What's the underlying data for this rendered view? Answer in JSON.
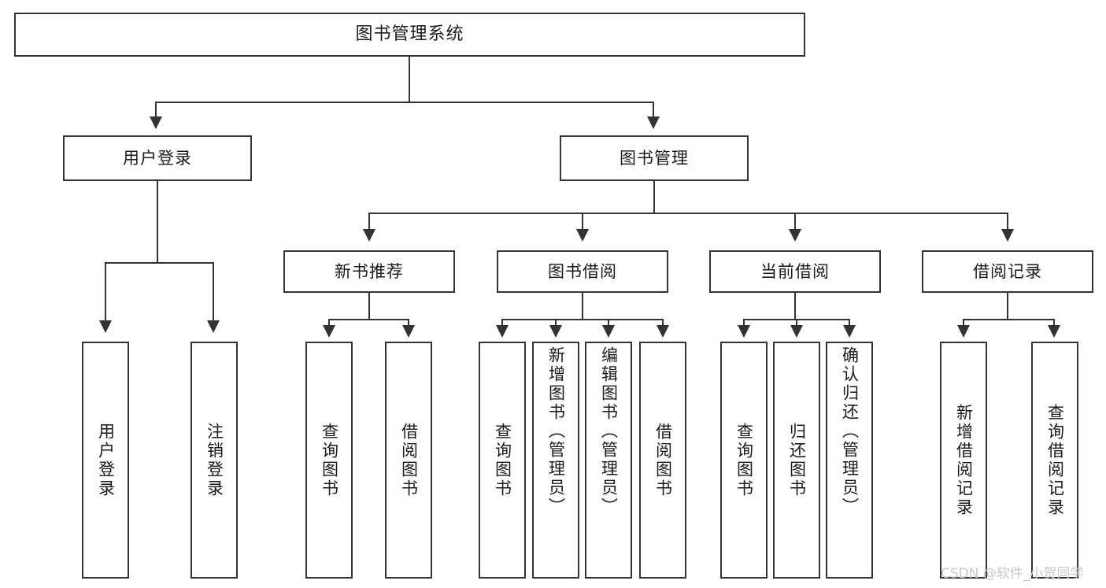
{
  "diagram": {
    "type": "tree",
    "title": "图书管理系统",
    "root": {
      "label": "图书管理系统"
    },
    "level1": [
      {
        "label": "用户登录"
      },
      {
        "label": "图书管理"
      }
    ],
    "level2": [
      {
        "label": "新书推荐"
      },
      {
        "label": "图书借阅"
      },
      {
        "label": "当前借阅"
      },
      {
        "label": "借阅记录"
      }
    ],
    "leaves": {
      "user_login": [
        {
          "label": "用户登录"
        },
        {
          "label": "注销登录"
        }
      ],
      "new_book_recommend": [
        {
          "label": "查询图书"
        },
        {
          "label": "借阅图书"
        }
      ],
      "book_borrow": [
        {
          "label": "查询图书"
        },
        {
          "label": "新增图书（管理员）"
        },
        {
          "label": "编辑图书（管理员）"
        },
        {
          "label": "借阅图书"
        }
      ],
      "current_borrow": [
        {
          "label": "查询图书"
        },
        {
          "label": "归还图书"
        },
        {
          "label": "确认归还（管理员）"
        }
      ],
      "borrow_record": [
        {
          "label": "新增借阅记录"
        },
        {
          "label": "查询借阅记录"
        }
      ]
    }
  },
  "watermark": {
    "text": "CSDN @软件_小贺同学"
  },
  "colors": {
    "border": "#333333",
    "background": "#ffffff",
    "text": "#1a1a1a",
    "watermark": "#c9c9c9"
  }
}
